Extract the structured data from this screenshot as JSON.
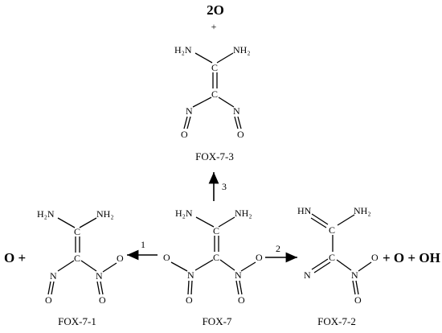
{
  "atoms": {
    "C": "C",
    "N": "N",
    "O": "O",
    "H2N": "H₂N",
    "NH2": "NH₂",
    "HN": "HN"
  },
  "reactions": {
    "step1": "1",
    "step2": "2",
    "step3": "3"
  },
  "products": {
    "top_2O": "2O",
    "top_plus": "+",
    "left_O_plus": "O +",
    "right_plus_O_plus_OH": "+ O + OH"
  },
  "names": {
    "fox7": "FOX-7",
    "fox71": "FOX-7-1",
    "fox72": "FOX-7-2",
    "fox73": "FOX-7-3"
  }
}
